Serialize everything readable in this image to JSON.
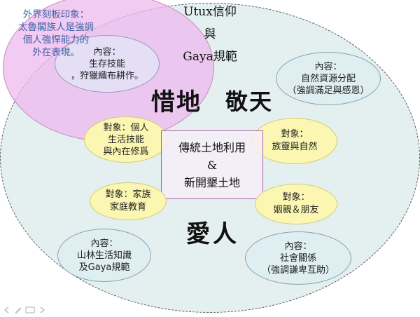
{
  "left_note": {
    "lines": [
      "外界刻板印象：",
      "太魯閣族人是強調",
      "個人強悍能力的",
      "外在表現。"
    ]
  },
  "top_title": {
    "line1": "Utux信仰",
    "line2": "與",
    "line3": "Gaya規範"
  },
  "big_words": {
    "xi_di": "惜地",
    "jing_tian": "敬天",
    "ai_ren": "愛人"
  },
  "center_box": {
    "line1": "傳統土地利用",
    "line2": "&",
    "line3": "新開墾土地"
  },
  "ovals": {
    "content_survival": {
      "line1": "內容：",
      "line2": "生存技能",
      "line3": "，狩獵織布耕作。"
    },
    "content_nature": {
      "line1": "內容：",
      "line2": "自然資源分配",
      "line3": "（強調滿足與感恩）"
    },
    "target_individual": {
      "line1": "對象：個人",
      "line2": "生活技能",
      "line3": "與內在修爲"
    },
    "target_spirits": {
      "line1": "對象：",
      "line2": "族靈與自然"
    },
    "target_family": {
      "line1": "對象：家族",
      "line2": "家庭教育"
    },
    "target_relatives": {
      "line1": "對象：",
      "line2": "姻親＆朋友"
    },
    "content_forest": {
      "line1": "內容：",
      "line2": "山林生活知識",
      "line3": "及Gaya規範"
    },
    "content_social": {
      "line1": "內容：",
      "line2": "社會關係",
      "line3": "（強調謙卑互助）"
    }
  },
  "colors": {
    "outer": "#e3f0ef",
    "pink": "#f1c9f0",
    "yellow": "#fbf7b2",
    "blue_oval": "#dfeef0",
    "left_text": "#3b62a8",
    "box_border": "#b15fa6"
  },
  "toolbar": {
    "icons": [
      "arrow-left-icon",
      "pen-icon",
      "slide-icon",
      "arrow-right-icon"
    ]
  }
}
